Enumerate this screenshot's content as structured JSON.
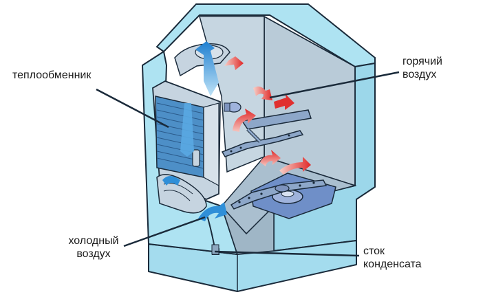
{
  "labels": {
    "heat_exchanger": "теплообменник",
    "hot_air_line1": "горячий",
    "hot_air_line2": "воздух",
    "cold_air_line1": "холодный",
    "cold_air_line2": "воздух",
    "drain_line1": "сток",
    "drain_line2": "конденсата"
  },
  "colors": {
    "cabinet_light": "#aee3f2",
    "cabinet_mid": "#8ecfe4",
    "interior": "#b7c9d6",
    "outline": "#1a2a3a",
    "exchanger": "#4d8fc7",
    "cold_air": "#2f8fd8",
    "hot_air": "#e03030",
    "drain_tray": "#6f8fc8"
  }
}
